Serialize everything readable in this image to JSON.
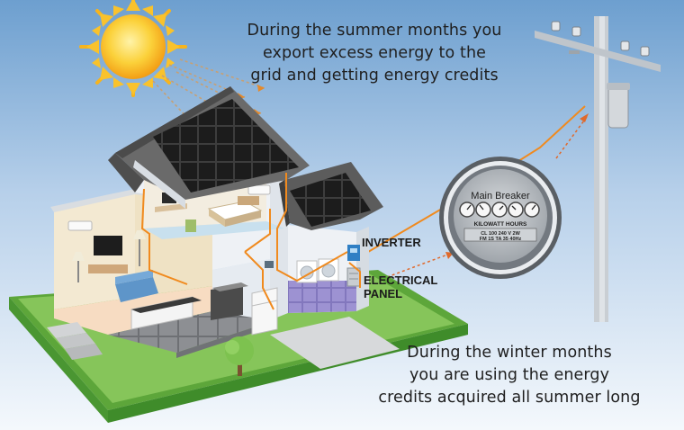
{
  "captions": {
    "summer": "During the summer months you\nexport excess energy to the\ngrid and getting energy credits",
    "winter": "During the winter months\nyou are using the energy\ncredits acquired all summer long"
  },
  "labels": {
    "inverter": "INVERTER",
    "panel": "ELECTRICAL\nPANEL"
  },
  "meter": {
    "title": "Main Breaker",
    "units": "KILOWATT HOURS",
    "spec_line1": "CL 100 240 V 2W",
    "spec_line2": "FM 1S TA 35 40Hz"
  },
  "colors": {
    "sky_top": "#6d9fcf",
    "sky_bottom": "#f4f8fc",
    "grass": "#7bbf4c",
    "sun": "#f6b21a",
    "wire": "#f08a1e",
    "panel": "#1b1b1b",
    "roof": "#6a6a6a"
  },
  "icons": [
    "sun-icon",
    "solar-panel-icon",
    "utility-pole-icon",
    "electric-meter-icon",
    "tree-icon"
  ]
}
